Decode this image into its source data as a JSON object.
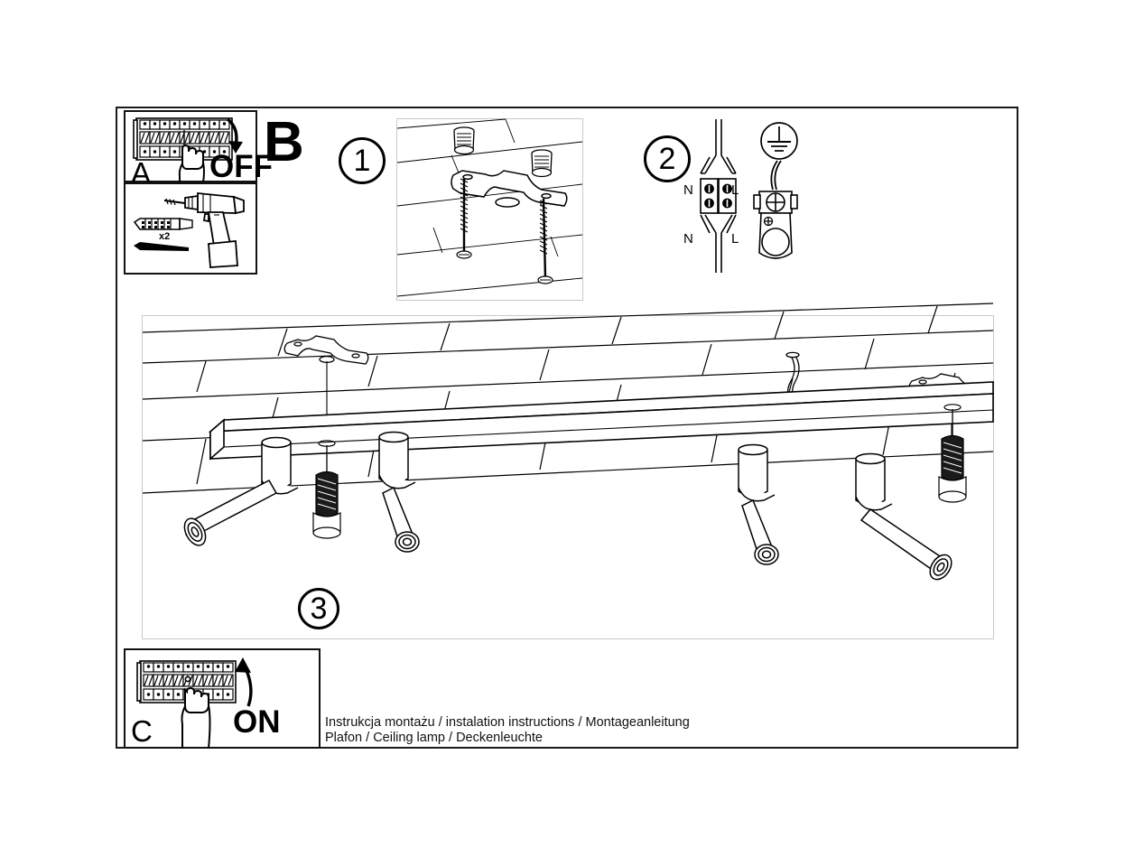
{
  "document": {
    "type": "installation-instruction-sheet",
    "product_caption_line1": "Instrukcja montażu / instalation instructions / Montageanleitung",
    "product_caption_line2": "Plafon / Ceiling lamp / Deckenleuchte"
  },
  "panels": {
    "a": {
      "label": "A",
      "action_word": "OFF",
      "icon_breaker": "circuit-breaker-panel-icon",
      "icon_hand": "pointing-hand-icon",
      "icon_arrow": "curved-arrow-down-icon",
      "breaker_modules": 9
    },
    "tools": {
      "quantity_label": "x2",
      "icon_drill": "power-drill-icon",
      "icon_anchor": "wall-anchor-icon",
      "icon_screw": "screw-icon"
    },
    "b": {
      "label": "B"
    },
    "step1": {
      "number": "1",
      "icon_bracket": "mounting-bracket-icon",
      "icon_screw": "long-screw-icon",
      "icon_anchor": "wall-plug-icon",
      "anchors": 2,
      "screws": 2
    },
    "step2": {
      "number": "2",
      "terminal_top_left": "N",
      "terminal_top_right": "L",
      "terminal_bottom_left": "N",
      "terminal_bottom_right": "L",
      "icon_terminal_block": "terminal-block-icon",
      "icon_earth": "earth-ground-symbol-icon",
      "icon_earth_clamp": "earth-clamp-icon",
      "terminal_screws": 4
    },
    "step3": {
      "number": "3",
      "icon_ceiling": "brick-ceiling-icon",
      "icon_lamp_bar": "linear-lamp-bar-icon",
      "icon_spotlight": "cylindrical-spotlight-icon",
      "spotlights": 4,
      "brackets": 2,
      "hanging_screws": 2
    },
    "c": {
      "label": "C",
      "action_word": "ON",
      "icon_breaker": "circuit-breaker-panel-icon",
      "icon_hand": "pointing-hand-icon",
      "icon_arrow": "curved-arrow-up-icon",
      "breaker_modules": 9
    }
  },
  "colors": {
    "line": "#000000",
    "frame": "#1a1a1a",
    "light_frame": "#c9c9c9",
    "background": "#ffffff"
  }
}
